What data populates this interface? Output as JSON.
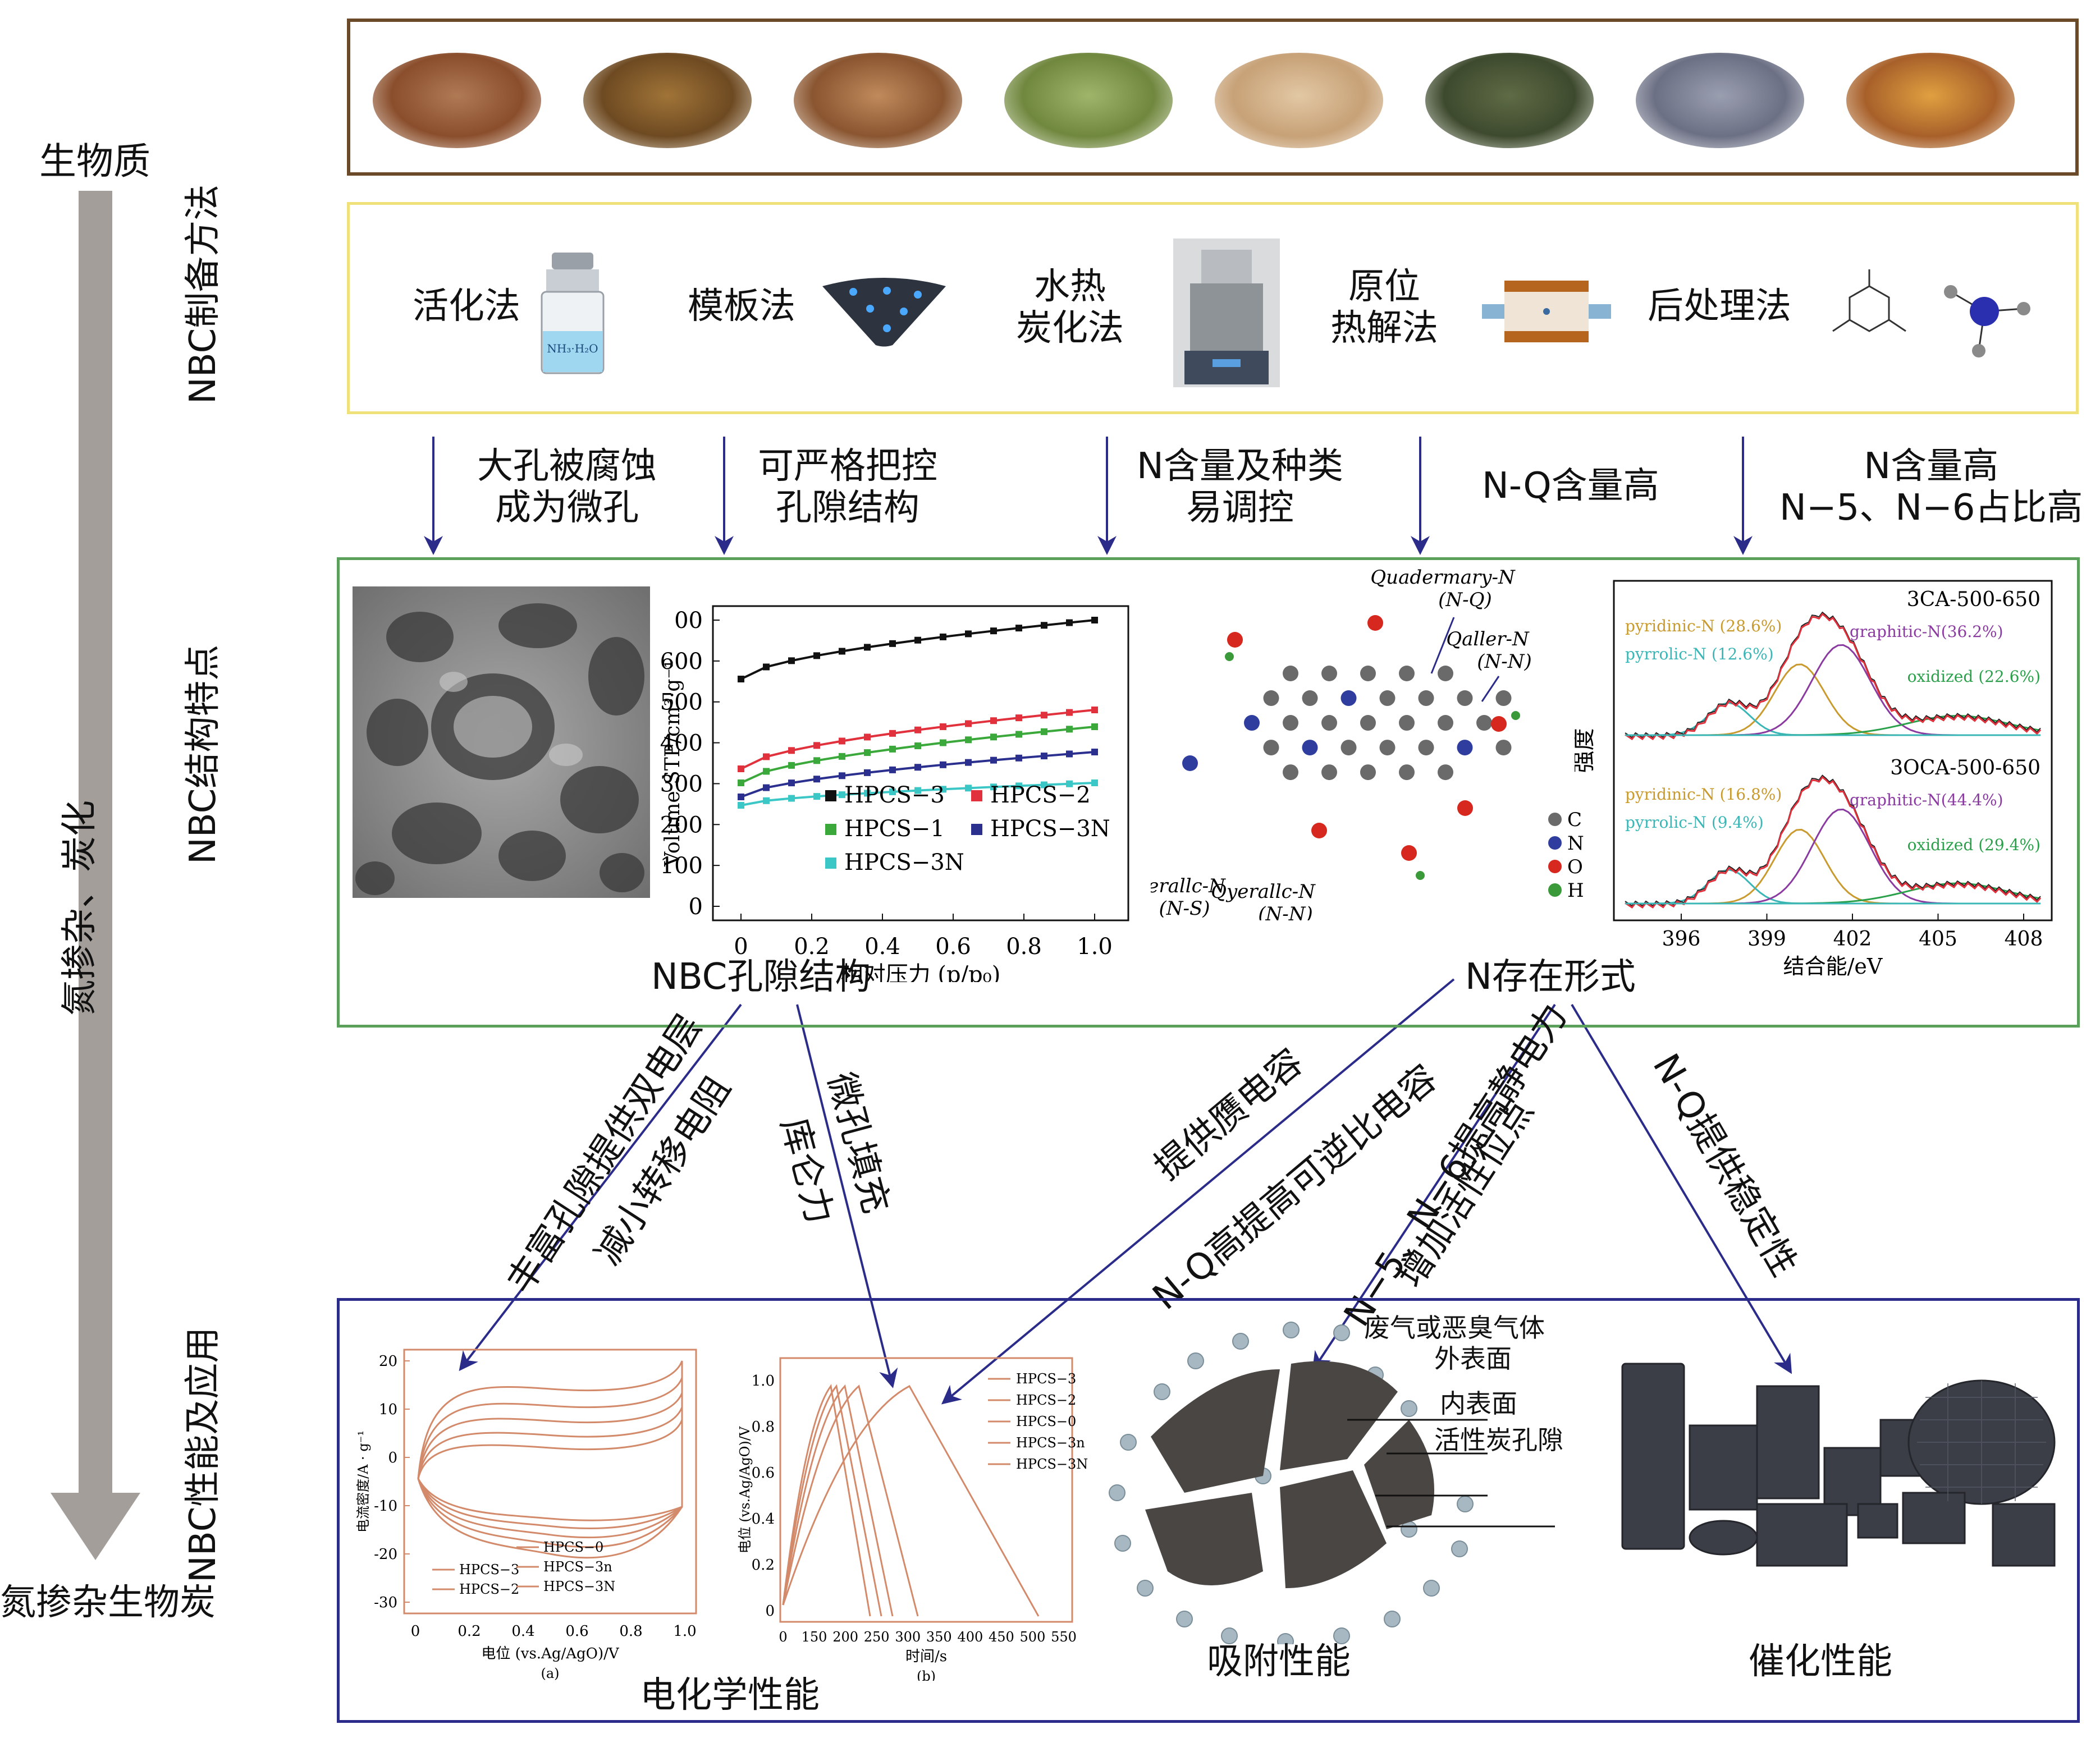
{
  "side": {
    "top_label": "生物质",
    "middle_label": "氮掺杂、炭化",
    "bottom_label": "氮掺杂生物炭"
  },
  "row_labels": {
    "methods": "NBC制备方法",
    "structure": "NBC结构特点",
    "applications": "NBC性能及应用"
  },
  "biomass_icons": [
    "biomass-1",
    "biomass-2",
    "biomass-3",
    "biomass-4",
    "biomass-5",
    "biomass-6",
    "biomass-7",
    "biomass-8"
  ],
  "methods": [
    {
      "label": "活化法"
    },
    {
      "label": "模板法"
    },
    {
      "label": "水热\n炭化法"
    },
    {
      "label": "原位\n热解法"
    },
    {
      "label": "后处理法"
    }
  ],
  "method_annotations": [
    "大孔被腐蚀\n成为微孔",
    "可严格把控\n孔隙结构",
    "N含量及种类\n易调控",
    "N-Q含量高",
    "N含量高\nN−5、N−6占比高"
  ],
  "nh3_label": "NH₃·H₂O",
  "structure": {
    "pore_label": "NBC孔隙结构",
    "n_form_label": "N存在形式"
  },
  "isotherm": {
    "y_ticks": [
      "00",
      "600",
      "500",
      "400",
      "300",
      "200",
      "100",
      "0"
    ],
    "x_ticks": [
      "0",
      "0.2",
      "0.4",
      "0.6",
      "0.8",
      "1.0"
    ],
    "ylabel": "Volume STP/cm³·g⁻¹",
    "xlabel": "相对压力 (p/p₀)",
    "legend": [
      "HPCS−3",
      "HPCS−2",
      "HPCS−1",
      "HPCS−3N",
      "HPCS−3N"
    ],
    "colors": [
      "#111111",
      "#e0313c",
      "#3aa83a",
      "#2b2f8e",
      "#3cc7c7"
    ]
  },
  "molecule": {
    "labels": [
      "Quadermary-N",
      "(N-Q)",
      "Qaller-N",
      "(N-N)",
      "Qyerallc-N",
      "(N-S)",
      "Qyerallc-N",
      "(N-N)"
    ],
    "legend": [
      "C",
      "N",
      "O",
      "H"
    ],
    "colors": [
      "#6a6a6a",
      "#2f3e9e",
      "#d6281e",
      "#3a9a3a"
    ]
  },
  "xps": {
    "ylabel": "强度",
    "xlabel": "结合能/eV",
    "x_ticks": [
      "396",
      "399",
      "402",
      "405",
      "408"
    ],
    "top": {
      "title": "3CA-500-650",
      "labels": [
        "pyridinic-N (28.6%)",
        "pyrrolic-N (12.6%)",
        "graphitic-N(36.2%)",
        "oxidized (22.6%)"
      ]
    },
    "bottom": {
      "title": "3OCA-500-650",
      "labels": [
        "pyridinic-N (16.8%)",
        "pyrrolic-N (9.4%)",
        "graphitic-N(44.4%)",
        "oxidized (29.4%)"
      ]
    },
    "component_colors": [
      "#c99a2e",
      "#3bb6b6",
      "#8a3aa0",
      "#2aa04a"
    ]
  },
  "mechanisms": {
    "left1": "丰富孔隙提供双电层",
    "left2": "减小转移电阻",
    "mid1": "微孔填充",
    "mid2": "库仑力",
    "right1": "提供赝电容",
    "right2": "N-Q高提高可逆比电容",
    "right3": "N−5、N−6提高静电力",
    "right4": "增加活性位点",
    "right5": "N-Q提供稳定性"
  },
  "cv": {
    "y_ticks": [
      "20",
      "10",
      "0",
      "-10",
      "-20",
      "-30"
    ],
    "x_ticks": [
      "0",
      "0.2",
      "0.4",
      "0.6",
      "0.8",
      "1.0"
    ],
    "ylabel": "电流密度/A · g⁻¹",
    "xlabel": "电位 (vs.Ag/AgO)/V",
    "legend": [
      "HPCS−3",
      "HPCS−2",
      "HPCS−0",
      "HPCS−3n",
      "HPCS−3N"
    ],
    "caption": "(a)"
  },
  "gcd": {
    "y_ticks": [
      "1.0",
      "0.8",
      "0.6",
      "0.4",
      "0.2",
      "0"
    ],
    "x_ticks": [
      "0",
      "150",
      "200",
      "250",
      "300",
      "350",
      "400",
      "450",
      "500",
      "550"
    ],
    "ylabel": "电位 (vs.Ag/AgO)/V",
    "xlabel": "时间/s",
    "legend": [
      "HPCS−3",
      "HPCS−2",
      "HPCS−0",
      "HPCS−3n",
      "HPCS−3N"
    ],
    "caption": "(b)"
  },
  "adsorption": {
    "labels": [
      "废气或恶臭气体",
      "外表面",
      "内表面",
      "活性炭孔隙"
    ]
  },
  "applications": {
    "electrochem": "电化学性能",
    "adsorption": "吸附性能",
    "catalysis": "催化性能"
  },
  "colors": {
    "arrow": "#2b2b8a",
    "side_arrow": "#a39e99",
    "biomass_border": "#6b4a2a",
    "methods_border": "#efe07a",
    "structure_border": "#5aa05a",
    "app_border": "#2b2b8a",
    "plot_frame": "#d38a6a"
  }
}
